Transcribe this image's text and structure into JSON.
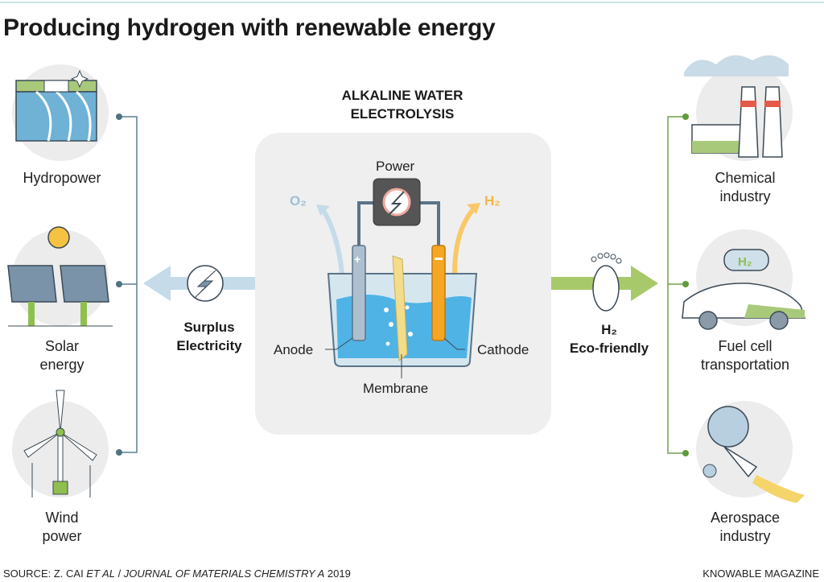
{
  "title": "Producing hydrogen with renewable energy",
  "sources": [
    {
      "label_lines": [
        "Hydropower"
      ],
      "icon": "hydropower-dam-icon"
    },
    {
      "label_lines": [
        "Solar",
        "energy"
      ],
      "icon": "solar-panel-icon"
    },
    {
      "label_lines": [
        "Wind",
        "power"
      ],
      "icon": "wind-turbine-icon"
    }
  ],
  "surplus": {
    "lines": [
      "Surplus",
      "Electricity"
    ],
    "icon": "lightning-icon"
  },
  "electrolysis": {
    "title_lines": [
      "ALKALINE WATER",
      "ELECTROLYSIS"
    ],
    "power": "Power",
    "o2": "O₂",
    "h2": "H₂",
    "anode": "Anode",
    "cathode": "Cathode",
    "membrane": "Membrane"
  },
  "eco": {
    "lines": [
      "H₂",
      "Eco-friendly"
    ],
    "icon": "footprint-icon"
  },
  "uses": [
    {
      "label_lines": [
        "Chemical",
        "industry"
      ],
      "icon": "factory-icon"
    },
    {
      "label_lines": [
        "Fuel cell",
        "transportation"
      ],
      "icon": "fuel-cell-car-icon"
    },
    {
      "label_lines": [
        "Aerospace",
        "industry"
      ],
      "icon": "rocket-icon"
    }
  ],
  "footer": {
    "source_prefix": "SOURCE: Z. CAI ",
    "source_italic1": "ET AL",
    "source_mid": " / ",
    "source_italic2": "JOURNAL OF MATERIALS CHEMISTRY A",
    "source_year": " 2019",
    "credit": "KNOWABLE MAGAZINE"
  },
  "colors": {
    "blue_arrow": "#c5dbe9",
    "green_arrow": "#a8c96a",
    "o2": "#9bbfd8",
    "h2": "#f5b642",
    "box": "#efefef",
    "circle": "#ececec"
  }
}
